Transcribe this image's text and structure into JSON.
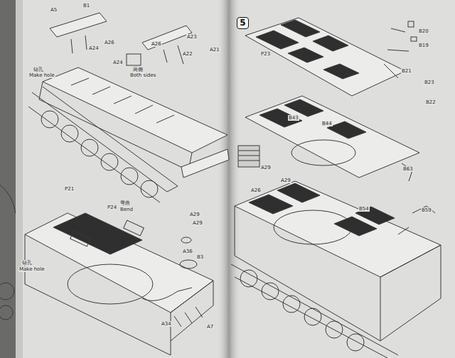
{
  "diagram": {
    "nodes": [
      {
        "text": [
          "5"
        ]
      }
    ],
    "labels": [
      "A5",
      "B1",
      "A24",
      "A26",
      "A26",
      "A23",
      "A22",
      "A21",
      "A24",
      "两侧",
      "Both sides",
      "钻孔",
      "Make hole",
      "P21",
      "P24",
      "弯曲",
      "Bend",
      "A29",
      "A29",
      "A36",
      "B3",
      "A34",
      "A7",
      "钻孔",
      "Make hole",
      "P23",
      "B20",
      "B19",
      "B21",
      "B23",
      "B22",
      "B43",
      "B44",
      "A29",
      "A29",
      "A26",
      "B63",
      "B54",
      "B59"
    ]
  }
}
